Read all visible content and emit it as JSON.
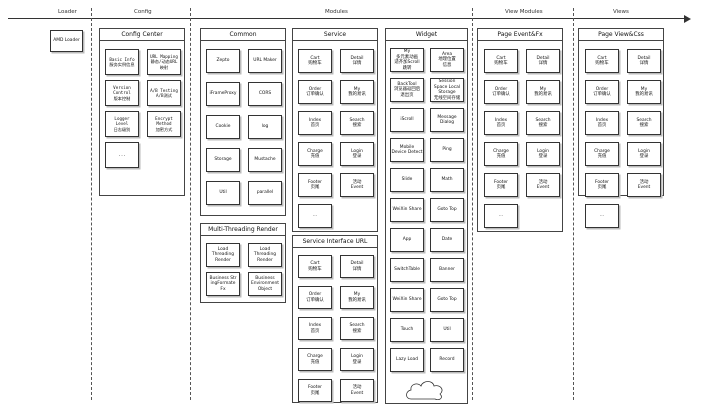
{
  "headers": {
    "loader": "Loader",
    "config": "Config",
    "modules": "Modules",
    "view_modules": "View Modules",
    "views": "Views"
  },
  "loader": {
    "box": "AMD Loader"
  },
  "config_center": {
    "title": "Config Center",
    "items": [
      "Basic Info\n服务实例信息",
      "URL Mapping\n静态/动态URL\n映射",
      "Version\nControl\n版本控制",
      "A/B Testing\nA/B测试",
      "Logger\nLevel\n日志级别",
      "Encrypt\nMethod\n加密方式",
      "..."
    ]
  },
  "common": {
    "title": "Common",
    "items": [
      "Zepto",
      "URL Maker",
      "iFrameProxy",
      "CORS",
      "Cookie",
      "log",
      "Storage",
      "Mustache",
      "Util",
      "parallel"
    ]
  },
  "multi_threading": {
    "title": "Multi-Threading Render",
    "items": [
      "Load\nThreading\nRender",
      "Load\nThreading\nRender",
      "Business Str\ningFormate\nFx",
      "Business\nEnvironment\nObject"
    ]
  },
  "service": {
    "title": "Service",
    "items": [
      "Cart\n购物车",
      "Detail\n详情",
      "Order\n订单确认",
      "My\n我的易讯",
      "Index\n首页",
      "Search\n搜索",
      "Charge\n充值",
      "Login\n登录",
      "Footer\n页尾",
      "活动\nEvent",
      "..."
    ]
  },
  "service_url": {
    "title": "Service Interface URL",
    "items": [
      "Cart\n购物车",
      "Detail\n详情",
      "Order\n订单确认",
      "My\n我的易讯",
      "Index\n首页",
      "Search\n搜索",
      "Charge\n充值",
      "Login\n登录",
      "Footer\n页尾",
      "活动\nEvent"
    ]
  },
  "widget": {
    "title": "Widget",
    "items": [
      "My\n多元素动画\n适齐加Scroll\n跳转",
      "Area\n地理位置\n信息",
      "BackTool\n浏览器返回后\n退出页",
      "Session\nSpace Local\nStorage\n无线空间存储",
      "iScroll",
      "Message\nDialog",
      "Mobile\nDevice Detect",
      "Ping",
      "Slide",
      "Math",
      "WeiXin Share",
      "Goto Top",
      "App",
      "Date",
      "SwitchTable",
      "Banner",
      "WeiXin Share",
      "Goto Top",
      "Touch",
      "Util",
      "Lazy Load",
      "Record"
    ]
  },
  "page_event": {
    "title": "Page Event&Fx",
    "items": [
      "Cart\n购物车",
      "Detail\n详情",
      "Order\n订单确认",
      "My\n我的易讯",
      "Index\n首页",
      "Search\n搜索",
      "Charge\n充值",
      "Login\n登录",
      "Footer\n页尾",
      "活动\nEvent",
      "..."
    ]
  },
  "page_view": {
    "title": "Page View&Css",
    "items": [
      "Cart\n购物车",
      "Detail\n详情",
      "Order\n订单确认",
      "My\n我的易讯",
      "Index\n首页",
      "Search\n搜索",
      "Charge\n充值",
      "Login\n登录",
      "Footer\n页尾",
      "活动\nEvent",
      "..."
    ]
  }
}
